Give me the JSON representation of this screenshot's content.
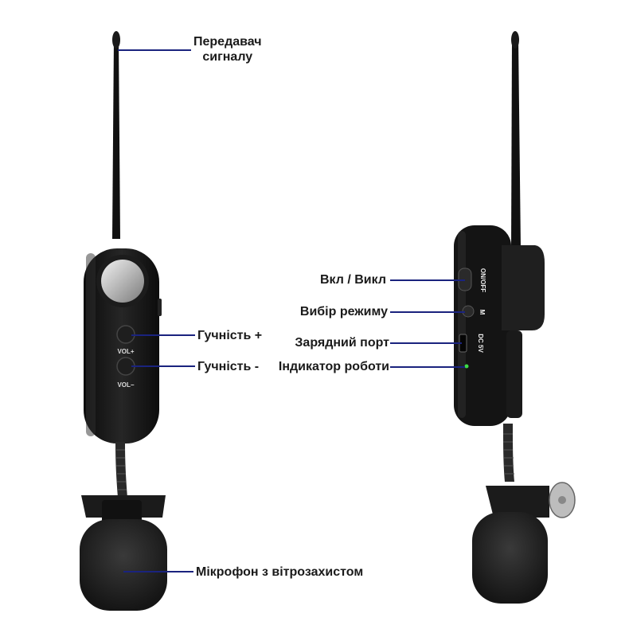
{
  "colors": {
    "leader_line": "#1a237e",
    "label_text": "#1a1a1a",
    "device_body": "#141414",
    "led": "#3ddc47"
  },
  "labels": {
    "antenna": "Передавач\nсигналу",
    "vol_up": "Гучність +",
    "vol_down": "Гучність -",
    "power": "Вкл / Викл",
    "mode": "Вибір режиму",
    "charge_port": "Зарядний порт",
    "indicator": "Індикатор роботи",
    "mic": "Мікрофон з вітрозахистом"
  },
  "device_markings": {
    "vol_plus": "VOL+",
    "vol_minus": "VOL−",
    "on_off": "ON/OFF",
    "mode_m": "M",
    "dc5v": "DC 5V"
  }
}
